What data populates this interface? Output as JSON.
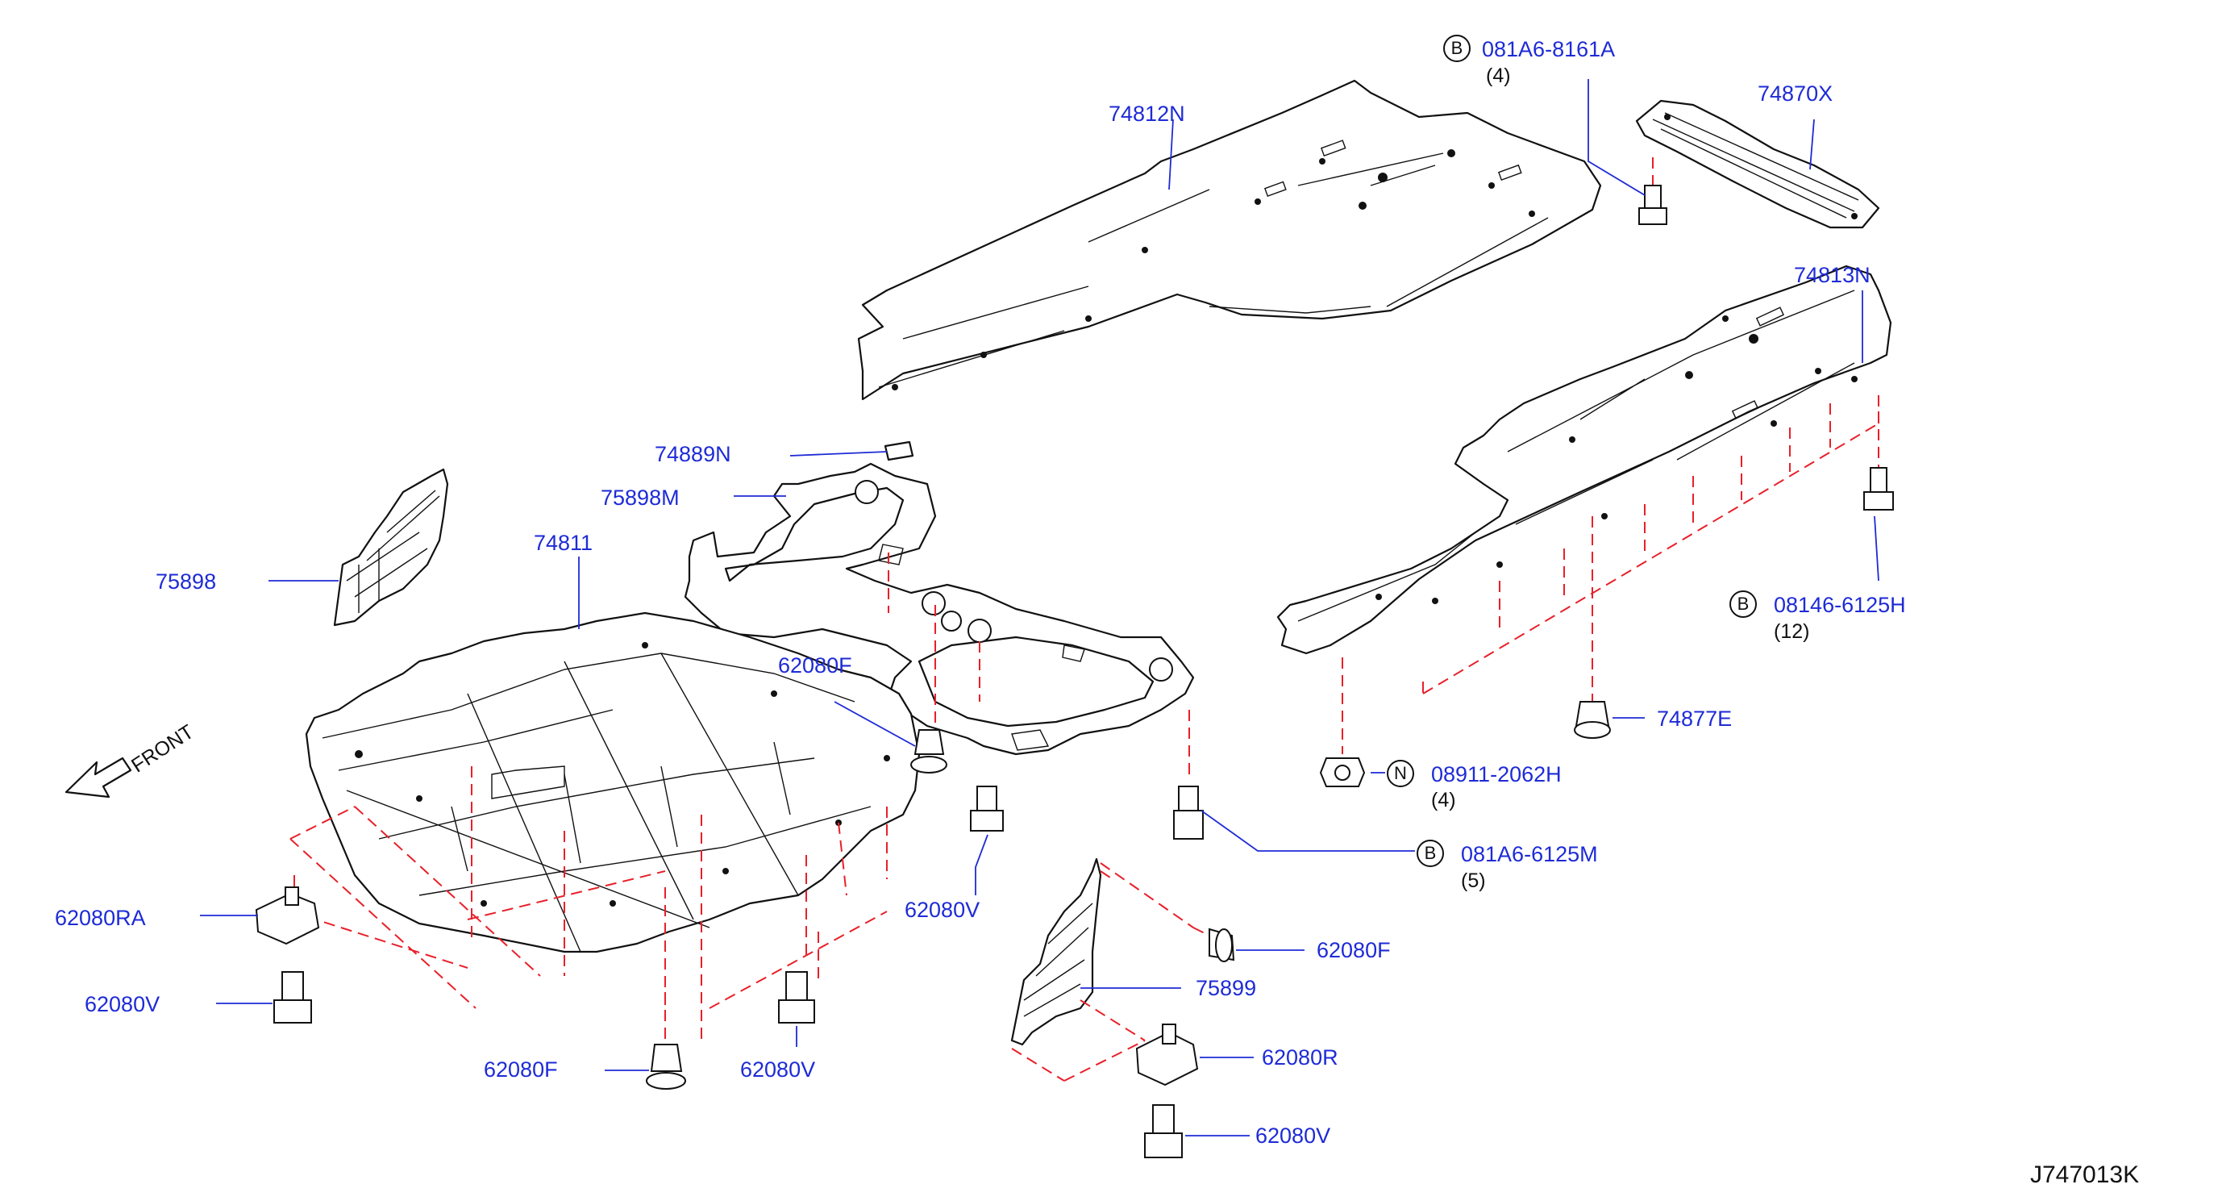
{
  "labels": {
    "p74812N": "74812N",
    "p74870X": "74870X",
    "p74813N": "74813N",
    "p74889N": "74889N",
    "p75898M": "75898M",
    "p75898": "75898",
    "p74811": "74811",
    "p62080F_a": "62080F",
    "p62080V_a": "62080V",
    "p62080RA": "62080RA",
    "p62080V_b": "62080V",
    "p62080F_b": "62080F",
    "p62080V_c": "62080V",
    "p62080F_c": "62080F",
    "p75899": "75899",
    "p62080R": "62080R",
    "p62080V_d": "62080V",
    "p74877E": "74877E",
    "b_081A6_8161A": "081A6-8161A",
    "b_08146_6125H": "08146-6125H",
    "n_08911_2062H": "08911-2062H",
    "b_081A6_6125M": "081A6-6125M"
  },
  "quantities": {
    "q_8161A": "(4)",
    "q_6125H": "(12)",
    "q_2062H": "(4)",
    "q_6125M": "(5)"
  },
  "symbols": {
    "bolt": "B",
    "nut": "N"
  },
  "front_marker": "FRONT",
  "diagram_ref": "J747013K",
  "colors": {
    "label": "#1e2bd6",
    "leader": "#1e2bd6",
    "guide": "#e8202a",
    "line": "#111111"
  }
}
